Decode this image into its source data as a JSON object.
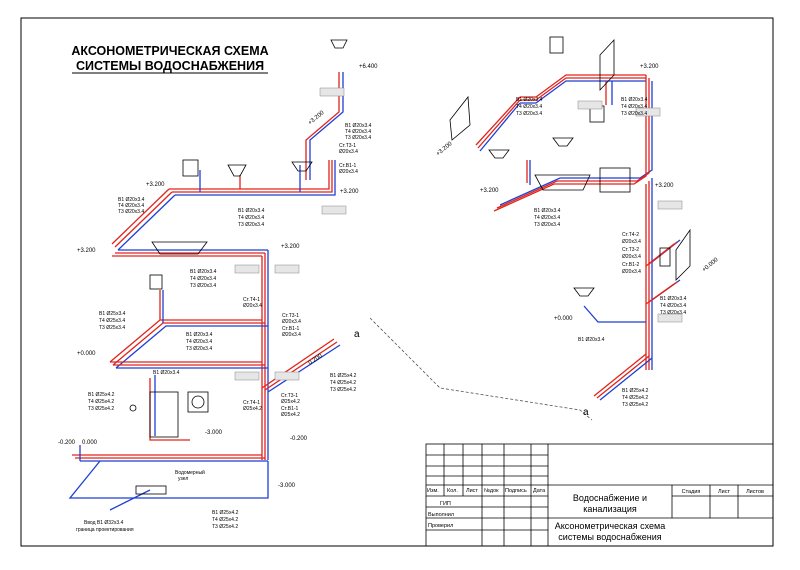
{
  "title": {
    "line1": "АКСОНОМЕТРИЧЕСКАЯ СХЕМА",
    "line2": "СИСТЕМЫ ВОДОСНАБЖЕНИЯ"
  },
  "levels": {
    "l6400": "+6.400",
    "l3200": "+3.200",
    "l0000": "+0.000",
    "l0000b": "0.000",
    "lm0200": "-0.200",
    "lm3000": "-3.000",
    "l0200": "0.200",
    "lm0200b": "-0.200",
    "l0200b": "-0.200",
    "l0_000": "+0.000"
  },
  "pipe_labels": {
    "top_right_set": [
      "В1 Ø20х3.4",
      "Т4 Ø20х3.4",
      "Т3 Ø20х3.4"
    ],
    "st_t3_1_top": [
      "Ст.Т3-1",
      "Ø20х3.4"
    ],
    "st_b1_1_top": [
      "Ст.В1-1",
      "Ø20х3.4"
    ],
    "left_upper_set": [
      "В1 Ø20х3.4",
      "Т4 Ø20х3.4",
      "Т3 Ø20х3.4"
    ],
    "mid_upper_set": [
      "В1 Ø20х3.4",
      "Т4 Ø20х3.4",
      "Т3 Ø20х3.4"
    ],
    "mid_floor2_set": [
      "В1 Ø20х3.4",
      "Т4 Ø20х3.4",
      "Т3 Ø20х3.4"
    ],
    "st_t4_1_mid": [
      "Ст.Т4-1",
      "Ø20х3.4"
    ],
    "st_t3_1_mid": [
      "Ст.Т3-1",
      "Ø20х3.4"
    ],
    "st_b1_1_mid": [
      "Ст.В1-1",
      "Ø20х3.4"
    ],
    "left_floor1_set": [
      "В1 Ø25х3.4",
      "Т4 Ø25х3.4",
      "Т3 Ø25х3.4"
    ],
    "mid_floor1_set": [
      "В1 Ø20х3.4",
      "Т4 Ø20х3.4",
      "Т3 Ø20х3.4"
    ],
    "mid_a_set": [
      "В1 Ø25х4.2",
      "Т4 Ø25х4.2",
      "Т3 Ø25х4.2"
    ],
    "basement_b1": [
      "В1 Ø20х3.4"
    ],
    "basement_left_set": [
      "В1 Ø25х4.2",
      "Т4 Ø25х4.2",
      "Т3 Ø25х4.2"
    ],
    "st_t4_1_bot": [
      "Ст.Т4-1",
      "Ø25х4.2"
    ],
    "st_t3_1_bot": [
      "Ст.Т3-1",
      "Ø25х4.2"
    ],
    "st_b1_1_bot": [
      "Ст.В1-1",
      "Ø25х4.2"
    ],
    "bottom_set": [
      "В1 Ø25х4.2",
      "Т4 Ø25х4.2",
      "Т3 Ø25х4.2"
    ],
    "r_top_left_set": [
      "В1 Ø20х3.4",
      "Т4 Ø20х3.4",
      "Т3 Ø20х3.4"
    ],
    "r_top_right_set": [
      "В1 Ø20х3.4",
      "Т4 Ø20х3.4",
      "Т3 Ø20х3.4"
    ],
    "r_mid_set": [
      "В1 Ø20х3.4",
      "Т4 Ø20х3.4",
      "Т3 Ø20х3.4"
    ],
    "r_st_t4_2": [
      "Ст.Т4-2",
      "Ø20х3.4"
    ],
    "r_st_t3_2": [
      "Ст.Т3-2",
      "Ø20х3.4"
    ],
    "r_st_b1_2": [
      "Ст.В1-2",
      "Ø20х3.4"
    ],
    "r_right_set": [
      "В1 Ø20х3.4",
      "Т4 Ø20х3.4",
      "Т3 Ø20х3.4"
    ],
    "r_b1_floor": [
      "В1 Ø20х3.4"
    ],
    "r_bottom_set": [
      "В1 Ø25х4.2",
      "Т4 Ø25х4.2",
      "Т3 Ø25х4.2"
    ]
  },
  "annotations": {
    "a_left": "а",
    "a_right": "а",
    "meter_unit": [
      "Водомерный",
      "узел"
    ],
    "input_note": [
      "Ввод В1 Ø32х3.4",
      "граница проектирования"
    ]
  },
  "title_block": {
    "cols": [
      "Изм.",
      "Кол.",
      "Лист",
      "№док",
      "Подпись",
      "Дата"
    ],
    "rows": [
      "ГИП",
      "Выполнил",
      "Проверил"
    ],
    "project": [
      "Водоснабжение и",
      "канализация"
    ],
    "drawing": [
      "Аксонометрическая схема",
      "системы водоснабжения"
    ],
    "stage_hdr": [
      "Стадия",
      "Лист",
      "Листов"
    ]
  },
  "colors": {
    "cold": "#1f3fd6",
    "hot": "#e0241b",
    "level": "#b000b0"
  }
}
